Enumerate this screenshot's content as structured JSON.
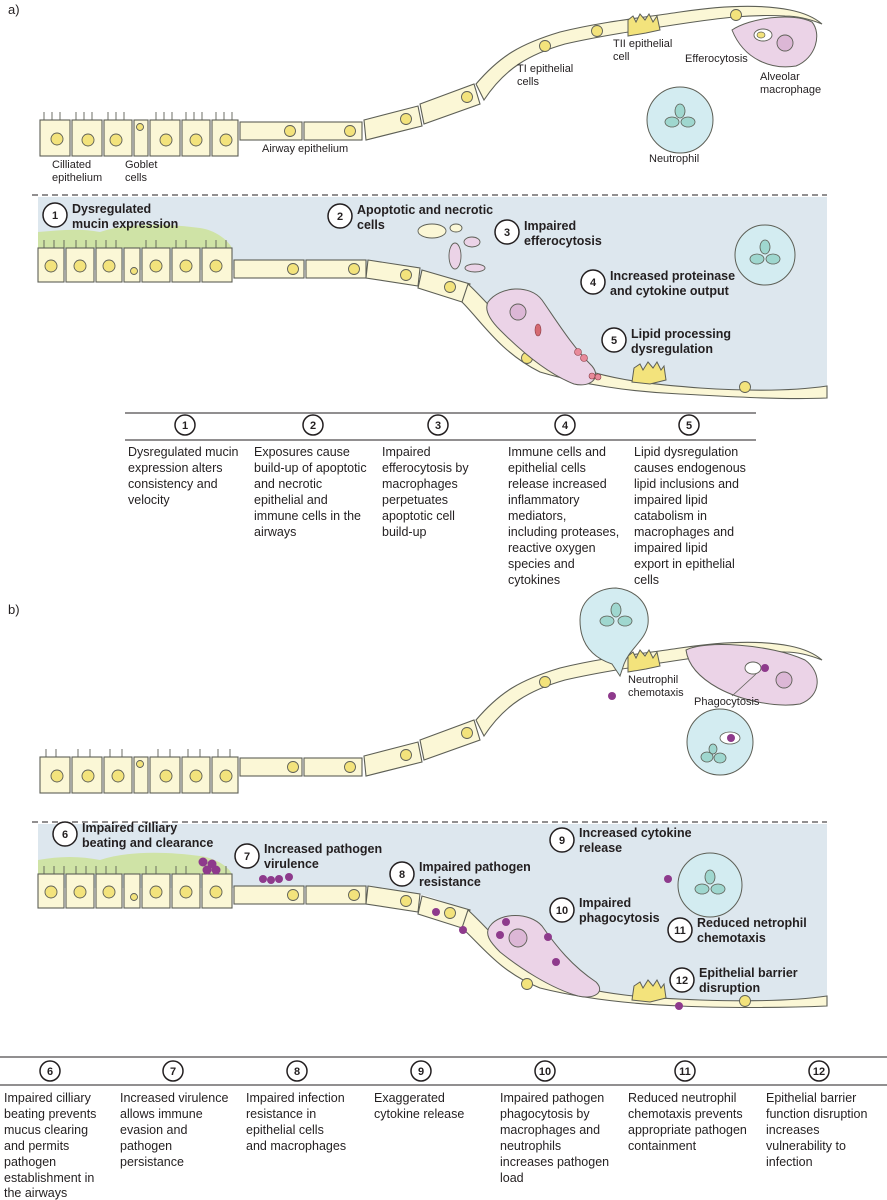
{
  "panels": {
    "a": "a)",
    "b": "b)"
  },
  "anatomy_a": {
    "ciliated": [
      "Cilliated",
      "epithelium"
    ],
    "goblet": [
      "Goblet",
      "cells"
    ],
    "airway": "Airway epithelium",
    "ti": [
      "TI epithelial",
      "cells"
    ],
    "tii": [
      "TII epithelial",
      "cell"
    ],
    "efferocytosis": "Efferocytosis",
    "macrophage": [
      "Alveolar",
      "macrophage"
    ],
    "neutrophil": "Neutrophil"
  },
  "anatomy_b": {
    "chemotaxis": [
      "Neutrophil",
      "chemotaxis"
    ],
    "phagocytosis": "Phagocytosis"
  },
  "callouts_a": [
    {
      "n": "1",
      "lines": [
        "Dysregulated",
        "mucin expression"
      ]
    },
    {
      "n": "2",
      "lines": [
        "Apoptotic and necrotic",
        "cells"
      ]
    },
    {
      "n": "3",
      "lines": [
        "Impaired",
        "efferocytosis"
      ]
    },
    {
      "n": "4",
      "lines": [
        "Increased proteinase",
        "and cytokine output"
      ]
    },
    {
      "n": "5",
      "lines": [
        "Lipid processing",
        "dysregulation"
      ]
    }
  ],
  "callouts_b": [
    {
      "n": "6",
      "lines": [
        "Impaired cilliary",
        "beating and clearance"
      ]
    },
    {
      "n": "7",
      "lines": [
        "Increased pathogen",
        "virulence"
      ]
    },
    {
      "n": "8",
      "lines": [
        "Impaired pathogen",
        "resistance"
      ]
    },
    {
      "n": "9",
      "lines": [
        "Increased cytokine",
        "release"
      ]
    },
    {
      "n": "10",
      "lines": [
        "Impaired",
        "phagocytosis"
      ]
    },
    {
      "n": "11",
      "lines": [
        "Reduced netrophil",
        "chemotaxis"
      ]
    },
    {
      "n": "12",
      "lines": [
        "Epithelial barrier",
        "disruption"
      ]
    }
  ],
  "table_a": [
    {
      "n": "1",
      "lines": [
        "Dysregulated mucin",
        "expression alters",
        "consistency and",
        "velocity"
      ]
    },
    {
      "n": "2",
      "lines": [
        "Exposures cause",
        "build-up of apoptotic",
        "and necrotic",
        "epithelial and",
        "immune cells in the",
        "airways"
      ]
    },
    {
      "n": "3",
      "lines": [
        "Impaired",
        "efferocytosis by",
        "macrophages",
        "perpetuates",
        "apoptotic cell",
        "build-up"
      ]
    },
    {
      "n": "4",
      "lines": [
        "Immune cells and",
        "epithelial cells",
        "release increased",
        "inflammatory",
        "mediators,",
        "including proteases,",
        "reactive oxygen",
        "species and",
        "cytokines"
      ]
    },
    {
      "n": "5",
      "lines": [
        "Lipid dysregulation",
        "causes endogenous",
        "lipid inclusions and",
        "impaired lipid",
        "catabolism in",
        "macrophages and",
        "impaired lipid",
        "export in epithelial",
        "cells"
      ]
    }
  ],
  "table_b": [
    {
      "n": "6",
      "lines": [
        "Impaired cilliary",
        "beating prevents",
        "mucus clearing",
        "and permits",
        "pathogen",
        "establishment in",
        "the airways"
      ]
    },
    {
      "n": "7",
      "lines": [
        "Increased virulence",
        "allows immune",
        "evasion and",
        "pathogen",
        "persistance"
      ]
    },
    {
      "n": "8",
      "lines": [
        "Impaired infection",
        "resistance in",
        "epithelial cells",
        "and macrophages"
      ]
    },
    {
      "n": "9",
      "lines": [
        "Exaggerated",
        "cytokine release"
      ]
    },
    {
      "n": "10",
      "lines": [
        "Impaired pathogen",
        "phagocytosis by",
        "macrophages and",
        "neutrophils",
        "increases pathogen",
        "load"
      ]
    },
    {
      "n": "11",
      "lines": [
        "Reduced neutrophil",
        "chemotaxis prevents",
        "appropriate pathogen",
        "containment"
      ]
    },
    {
      "n": "12",
      "lines": [
        "Epithelial barrier",
        "function disruption",
        "increases",
        "vulnerability to",
        "infection"
      ]
    }
  ],
  "colors": {
    "lumen": "#dde7ee",
    "epithelium": "#fbf7d6",
    "nucleus": "#f3e37c",
    "macrophage": "#ebd3e7",
    "neutrophil": "#d3ecf1",
    "mucus": "#cfe3a6",
    "pathogen": "#8e3a8c"
  }
}
